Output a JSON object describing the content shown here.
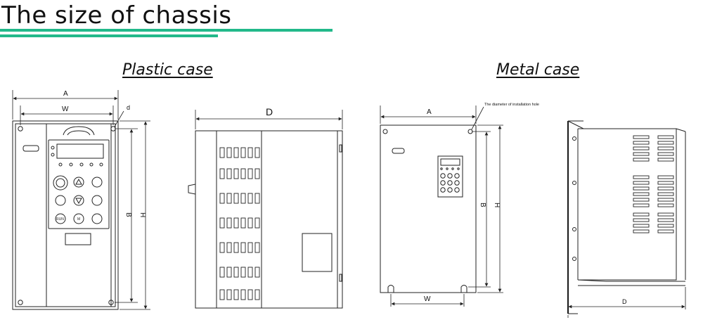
{
  "header": {
    "title": "The size of chassis",
    "rule_color": "#22b98a"
  },
  "sections": {
    "plastic": {
      "heading": "Plastic case"
    },
    "metal": {
      "heading": "Metal case"
    }
  },
  "plastic_front": {
    "dims": {
      "a": "A",
      "w": "W",
      "d": "d",
      "b": "B",
      "h": "H"
    },
    "keys": {
      "run": "RUN",
      "m": "M"
    }
  },
  "plastic_side": {
    "dims": {
      "d": "D"
    }
  },
  "metal_front": {
    "dims": {
      "a": "A",
      "w": "W",
      "b": "B",
      "h": "H"
    },
    "hole_note": "The diameter of installation hole"
  },
  "metal_side": {
    "dims": {
      "d": "D"
    }
  },
  "colors": {
    "line": "#222222",
    "accent": "#22b98a"
  }
}
